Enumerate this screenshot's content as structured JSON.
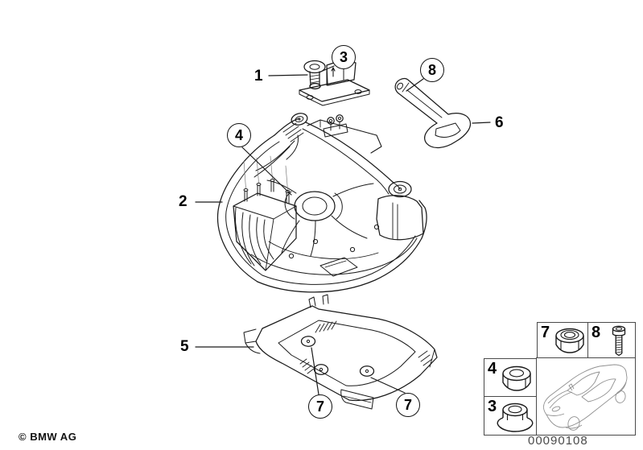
{
  "diagram": {
    "callouts": {
      "c1": "1",
      "c2": "2",
      "c3": "3",
      "c4": "4",
      "c5": "5",
      "c6": "6",
      "c7_left": "7",
      "c7_right": "7",
      "c8": "8"
    },
    "parts_art": [
      "clamp-screw-bracket",
      "spare-wheel-tray-cover",
      "wheel-brace-tool",
      "support-frame-bracket"
    ]
  },
  "legend": {
    "cells": [
      {
        "label": "7",
        "icon": "lock-nut-icon"
      },
      {
        "label": "8",
        "icon": "socket-bolt-icon"
      },
      {
        "label": "4",
        "icon": "hex-nut-icon"
      },
      {
        "label": "3",
        "icon": "flange-nut-icon"
      }
    ],
    "vehicle_icon": "bmw-coupe-icon"
  },
  "footer": {
    "copyright": "© BMW AG",
    "diagram_number": "00090108"
  },
  "colors": {
    "line": "#1a1a1a",
    "construction": "#7a7a7a",
    "vehicle_line": "#909090",
    "background": "#ffffff"
  }
}
